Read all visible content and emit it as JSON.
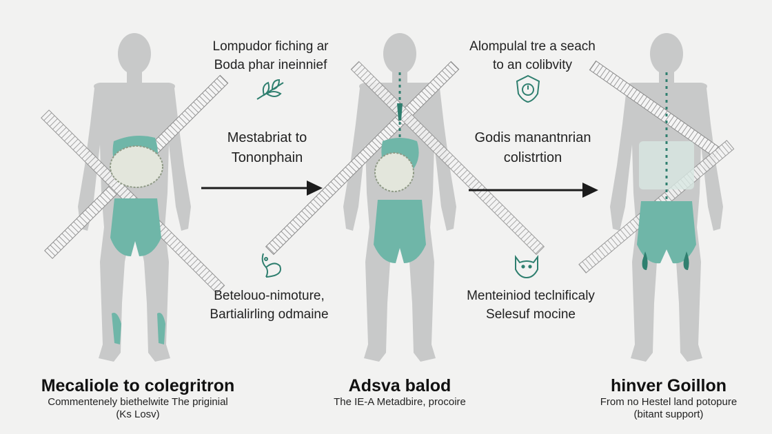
{
  "colors": {
    "body": "#c8c9c9",
    "teal": "#6fb6a8",
    "teal_dark": "#2f7f6f",
    "arrow": "#1c1c1c",
    "background": "#f2f2f1"
  },
  "icons": [
    "leaf-cluster-icon",
    "stopwatch-shield-icon",
    "stomach-organ-icon",
    "cat-face-icon"
  ],
  "figures": [
    {
      "title": "Mecaliole to colegritron",
      "subtitle_lines": [
        "Commentenely biethelwite The priginial",
        "(Ks Losv)"
      ]
    },
    {
      "title": "Adsva balod",
      "subtitle_lines": [
        "The IE-A Metadbire, procoire"
      ]
    },
    {
      "title": "hinver Goillon",
      "subtitle_lines": [
        "From no Hestel land potopure",
        "(bitant support)"
      ]
    }
  ],
  "captions": {
    "left_top": [
      "Lompudor fiching ar",
      "Boda phar ineinnief"
    ],
    "left_mid": [
      "Mestabriat to",
      "Tononphain"
    ],
    "left_bottom": [
      "Betelouo-nimoture,",
      "Bartialirling odmaine"
    ],
    "right_top": [
      "Alompulal tre a seach",
      "to an colibvity"
    ],
    "right_mid": [
      "Godis manantnrian",
      "colistrtion"
    ],
    "right_bottom": [
      "Menteiniod teclnificaly",
      "Selesuf mocine"
    ]
  }
}
